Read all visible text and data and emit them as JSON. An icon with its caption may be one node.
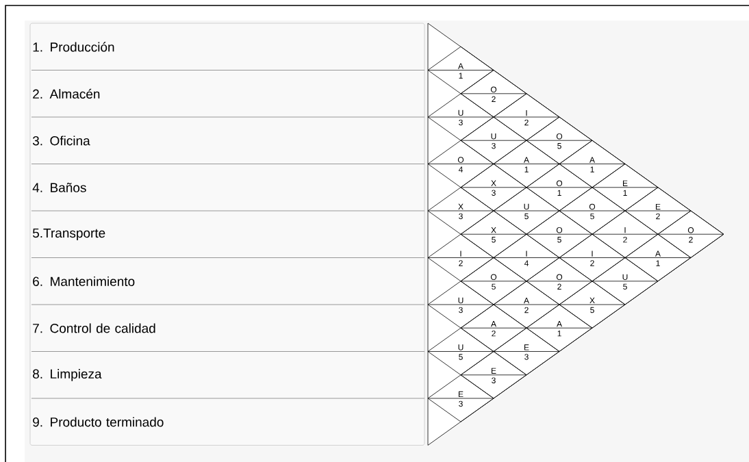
{
  "diagram": {
    "nodes": [
      {
        "text": [
          "1. Producción"
        ]
      },
      {
        "text": [
          "2. Almacén"
        ]
      },
      {
        "text": [
          "3. Oficina"
        ]
      },
      {
        "text": [
          "4. Baños"
        ]
      },
      {
        "text": [
          "5.Transporte"
        ]
      },
      {
        "text": [
          "6. Mantenimiento"
        ]
      },
      {
        "text": [
          "7. Control de calidad"
        ]
      },
      {
        "text": [
          "8. Limpieza"
        ]
      },
      {
        "text": [
          "9. Producto terminado"
        ]
      },
      {
        "text": [
          "A",
          "1"
        ]
      },
      {
        "text": [
          "O",
          "2"
        ]
      },
      {
        "text": [
          "I",
          "2"
        ]
      },
      {
        "text": [
          "O",
          "5"
        ]
      },
      {
        "text": [
          "A",
          "1"
        ]
      },
      {
        "text": [
          "E",
          "1"
        ]
      },
      {
        "text": [
          "E",
          "2"
        ]
      },
      {
        "text": [
          "O",
          "2"
        ]
      },
      {
        "text": [
          "U",
          "3"
        ]
      },
      {
        "text": [
          "U",
          "3"
        ]
      },
      {
        "text": [
          "A",
          "1"
        ]
      },
      {
        "text": [
          "O",
          "1"
        ]
      },
      {
        "text": [
          "O",
          "5"
        ]
      },
      {
        "text": [
          "I",
          "2"
        ]
      },
      {
        "text": [
          "A",
          "1"
        ]
      },
      {
        "text": [
          "O",
          "4"
        ]
      },
      {
        "text": [
          "X",
          "3"
        ]
      },
      {
        "text": [
          "U",
          "5"
        ]
      },
      {
        "text": [
          "O",
          "5"
        ]
      },
      {
        "text": [
          "I",
          "2"
        ]
      },
      {
        "text": [
          "U",
          "5"
        ]
      },
      {
        "text": [
          "X",
          "3"
        ]
      },
      {
        "text": [
          "X",
          "5"
        ]
      },
      {
        "text": [
          "I",
          "4"
        ]
      },
      {
        "text": [
          "O",
          "2"
        ]
      },
      {
        "text": [
          "X",
          "5"
        ]
      },
      {
        "text": [
          "I",
          "2"
        ]
      },
      {
        "text": [
          "O",
          "5"
        ]
      },
      {
        "text": [
          "A",
          "2"
        ]
      },
      {
        "text": [
          "A",
          "1"
        ]
      },
      {
        "text": [
          "U",
          "3"
        ]
      },
      {
        "text": [
          "A",
          "2"
        ]
      },
      {
        "text": [
          "E",
          "3"
        ]
      },
      {
        "text": [
          "U",
          "5"
        ]
      },
      {
        "text": [
          "E",
          "3"
        ]
      },
      {
        "text": [
          "E",
          "3"
        ]
      }
    ]
  }
}
